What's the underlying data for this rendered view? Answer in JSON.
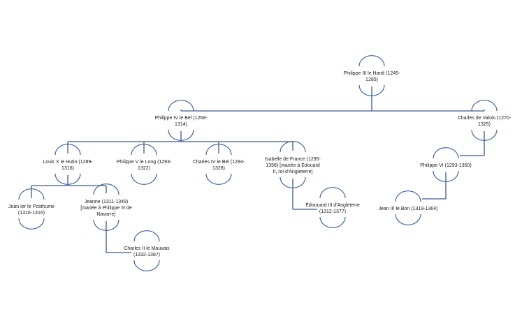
{
  "diagram": {
    "type": "family-tree",
    "nodes": [
      {
        "id": "philippe3",
        "lines": [
          "Philippe III le Hardi (1245-",
          "1285)"
        ]
      },
      {
        "id": "philippe4",
        "lines": [
          "Philippe IV le Bel (1268-",
          "1314)"
        ]
      },
      {
        "id": "charles_valois",
        "lines": [
          "Charles de Valois (1270-",
          "1325)"
        ]
      },
      {
        "id": "louis10",
        "lines": [
          "Louis X le Hutin (1289-",
          "1316)"
        ]
      },
      {
        "id": "philippe5",
        "lines": [
          "Philippe V le Long (1293-",
          "1322)"
        ]
      },
      {
        "id": "charles4",
        "lines": [
          "Charles IV le Bel (1294-",
          "1328)"
        ]
      },
      {
        "id": "isabelle",
        "lines": [
          "Isabelle de France (1295-",
          "1358) [mariée à Édouard",
          "II, roi d'Angleterre]"
        ]
      },
      {
        "id": "philippe6",
        "lines": [
          "Philippe VI (1293-1350)"
        ]
      },
      {
        "id": "jean1",
        "lines": [
          "Jean Ier le Posthume",
          "(1316-1316)"
        ]
      },
      {
        "id": "jeanne",
        "lines": [
          "Jeanne (1311-1349)",
          "[mariée à Philippe III de",
          "Navarre]"
        ]
      },
      {
        "id": "edouard3",
        "lines": [
          "Édoouard III d'Angleterre",
          "(1312-1377)"
        ]
      },
      {
        "id": "jean2",
        "lines": [
          "Jean III le Bon (1319-1364)"
        ]
      },
      {
        "id": "charles2",
        "lines": [
          "Charles II le Mauvais",
          "(1332-1387)"
        ]
      }
    ],
    "relations": [
      {
        "parent": "philippe3",
        "children": [
          "philippe4",
          "charles_valois"
        ]
      },
      {
        "parent": "philippe4",
        "children": [
          "louis10",
          "philippe5",
          "charles4",
          "isabelle"
        ]
      },
      {
        "parent": "louis10",
        "children": [
          "jean1",
          "jeanne"
        ]
      },
      {
        "parent": "jeanne",
        "children": [
          "charles2"
        ]
      },
      {
        "parent": "isabelle",
        "children": [
          "edouard3"
        ]
      },
      {
        "parent": "charles_valois",
        "children": [
          "philippe6"
        ]
      },
      {
        "parent": "philippe6",
        "children": [
          "jean2"
        ]
      }
    ],
    "colors": {
      "connector": "#3a5a8c",
      "arc": "#3f64a0",
      "text": "#1a1a1a",
      "background": "#ffffff"
    }
  }
}
